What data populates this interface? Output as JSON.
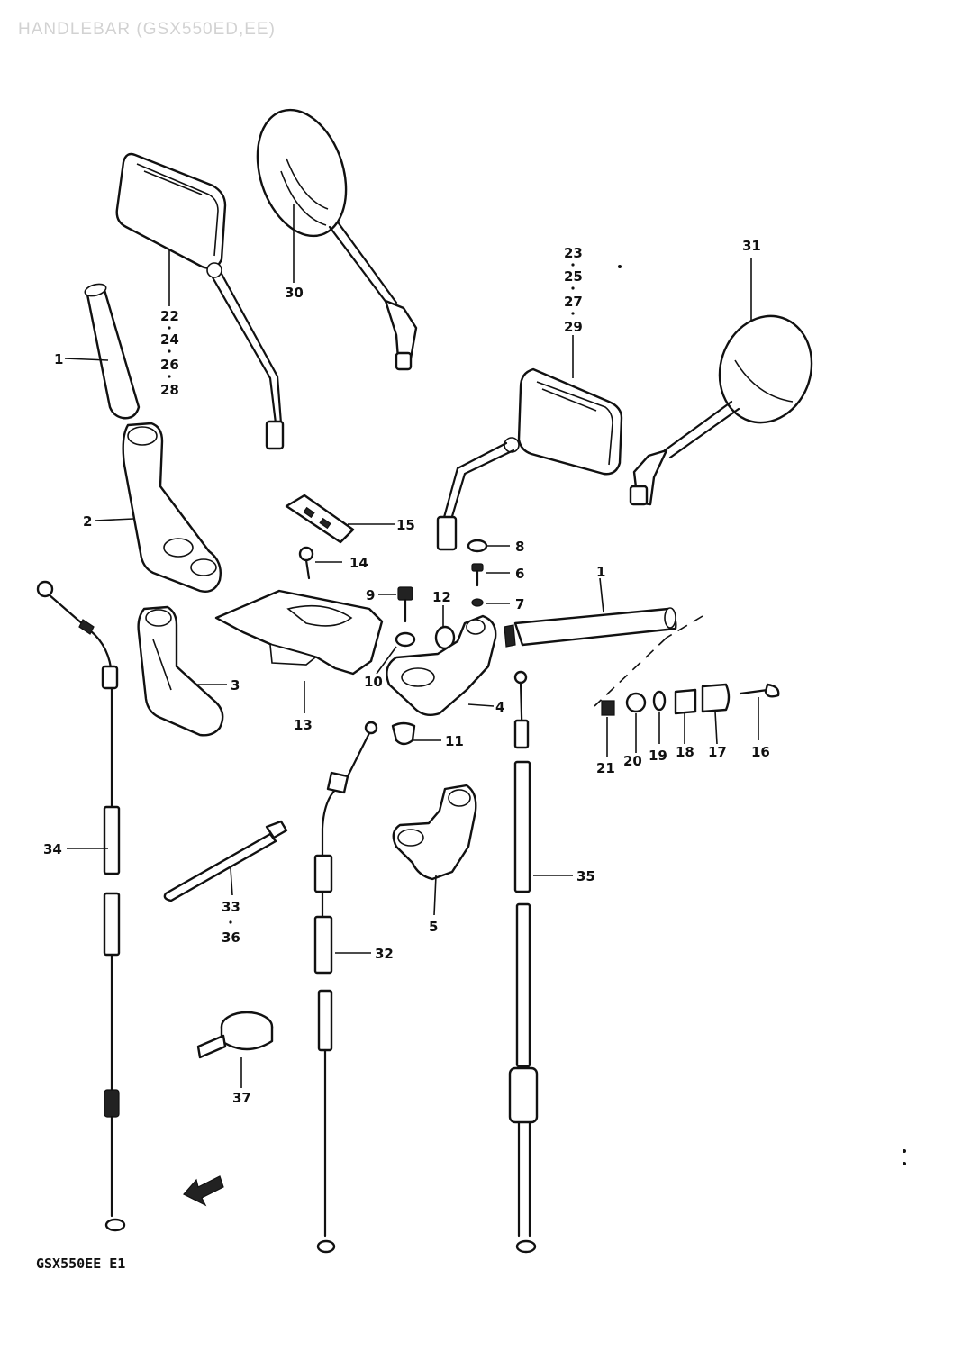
{
  "title": "HANDLEBAR (GSX550ED,EE)",
  "footer_code": "GSX550EE E1",
  "parts": [
    {
      "id": "grip-l",
      "label": "1"
    },
    {
      "id": "grip-r",
      "label": "1"
    },
    {
      "id": "p2",
      "label": "2"
    },
    {
      "id": "p3",
      "label": "3"
    },
    {
      "id": "p4",
      "label": "4"
    },
    {
      "id": "p5",
      "label": "5"
    },
    {
      "id": "p6",
      "label": "6"
    },
    {
      "id": "p7",
      "label": "7"
    },
    {
      "id": "p8",
      "label": "8"
    },
    {
      "id": "p9",
      "label": "9"
    },
    {
      "id": "p10",
      "label": "10"
    },
    {
      "id": "p11",
      "label": "11"
    },
    {
      "id": "p12",
      "label": "12"
    },
    {
      "id": "p13",
      "label": "13"
    },
    {
      "id": "p14",
      "label": "14"
    },
    {
      "id": "p15",
      "label": "15"
    },
    {
      "id": "p16",
      "label": "16"
    },
    {
      "id": "p17",
      "label": "17"
    },
    {
      "id": "p18",
      "label": "18"
    },
    {
      "id": "p19",
      "label": "19"
    },
    {
      "id": "p20",
      "label": "20"
    },
    {
      "id": "p21",
      "label": "21"
    },
    {
      "id": "p30",
      "label": "30"
    },
    {
      "id": "p31",
      "label": "31"
    },
    {
      "id": "p32",
      "label": "32"
    },
    {
      "id": "p34",
      "label": "34"
    },
    {
      "id": "p35",
      "label": "35"
    },
    {
      "id": "p37",
      "label": "37"
    }
  ],
  "groups": [
    {
      "id": "mirror-l",
      "labels": [
        "22",
        "24",
        "26",
        "28"
      ]
    },
    {
      "id": "mirror-r",
      "labels": [
        "23",
        "25",
        "27",
        "29"
      ]
    },
    {
      "id": "cable-33",
      "labels": [
        "33",
        "36"
      ]
    }
  ]
}
